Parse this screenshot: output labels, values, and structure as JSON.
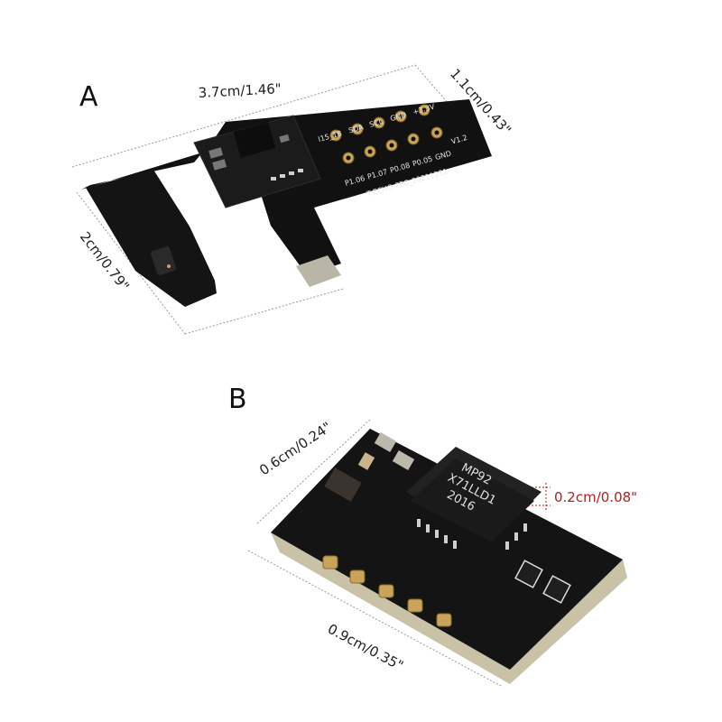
{
  "panel_a": {
    "letter": "A",
    "dim_length": "3.7cm/1.46\"",
    "dim_width": "1.1cm/0.43\"",
    "dim_height": "2cm/0.79\"",
    "silk_top": [
      "I15_18",
      "SDA",
      "SCL",
      "GND",
      "+3.3V"
    ],
    "silk_bottom": [
      "P1.06",
      "P1.07",
      "P0.08",
      "P0.05",
      "GND"
    ],
    "silk_version": "V1.2",
    "silk_name": "T-ECHO-FPC_20211231"
  },
  "panel_b": {
    "letter": "B",
    "dim_width": "0.6cm/0.24\"",
    "dim_length": "0.9cm/0.35\"",
    "dim_height": "0.2cm/0.08\"",
    "chip_line1": "MP92",
    "chip_line2": "X71LLD1",
    "chip_line3": "2016"
  },
  "colors": {
    "pcb": "#141414",
    "pcb_edge": "#c9c2a6",
    "gold": "#c8a45a",
    "dim_red": "#b01e1e",
    "dim_line": "#9a9a9a"
  }
}
